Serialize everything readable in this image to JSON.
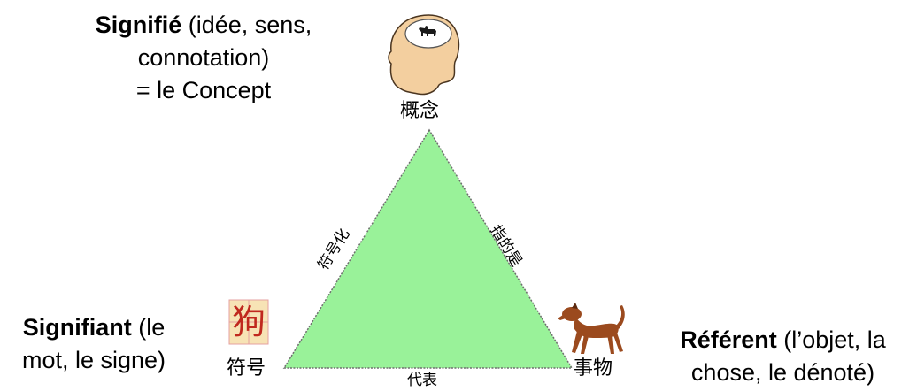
{
  "concept": {
    "term": "Signifié",
    "detail_line1": " (idée, sens,",
    "detail_line2": "connotation)",
    "detail_line3": "= le Concept",
    "cjk_label": "概念",
    "icon": "head-with-dog-thought-icon"
  },
  "signifier": {
    "term": "Signifiant",
    "detail_line1": " (le",
    "detail_line2": "mot, le signe)",
    "cjk_label": "符号",
    "character": "狗",
    "icon": "dog-character-box-icon"
  },
  "referent": {
    "term": "Référent",
    "detail_line1": " (l’objet, la",
    "detail_line2": "chose, le dénoté)",
    "cjk_label": "事物",
    "icon": "brown-dog-icon"
  },
  "edges": {
    "left": "符号化",
    "right": "指的是",
    "bottom": "代表"
  },
  "colors": {
    "triangle_fill": "#99f299",
    "character_red": "#c0281e",
    "character_box_fill": "#f7e3b5",
    "dog_brown": "#9b4a1e",
    "head_skin": "#f3cf9f"
  }
}
